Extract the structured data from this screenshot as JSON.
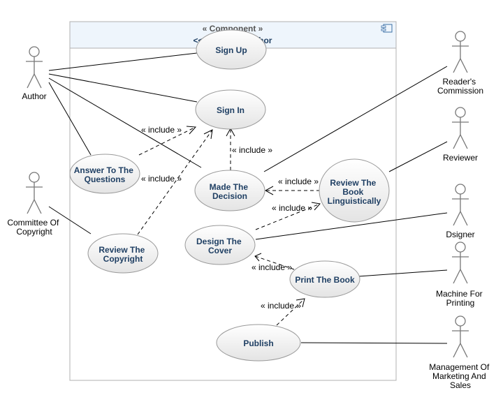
{
  "component": {
    "stereotype": "« Component »",
    "name": "<<System>> Author",
    "icon": "component-icon"
  },
  "actors": {
    "author": "Author",
    "committee": [
      "Committee Of",
      "Copyright"
    ],
    "readers": [
      "Reader's",
      "Commission"
    ],
    "reviewer": "Reviewer",
    "designer": "Dsigner",
    "machine": [
      "Machine For",
      "Printing"
    ],
    "management": [
      "Management Of",
      "Marketing And",
      "Sales"
    ]
  },
  "use_cases": {
    "sign_up": [
      "Sign Up"
    ],
    "sign_in": [
      "Sign In"
    ],
    "answer": [
      "Answer To The",
      "Questions"
    ],
    "decision": [
      "Made The",
      "Decision"
    ],
    "review_ling": [
      "Review The",
      "Book",
      "Linguistically"
    ],
    "review_copy": [
      "Review The",
      "Copyright"
    ],
    "design_cover": [
      "Design The",
      "Cover"
    ],
    "print_book": [
      "Print The Book"
    ],
    "publish": [
      "Publish"
    ]
  },
  "include_label": "« include »",
  "colors": {
    "usecase_fill_top": "#ffffff",
    "usecase_fill_bottom": "#e6e6e6",
    "usecase_text": "#1f3f63",
    "header_fill": "#eef5fc",
    "line": "#000000",
    "actor_stroke": "#777777"
  }
}
